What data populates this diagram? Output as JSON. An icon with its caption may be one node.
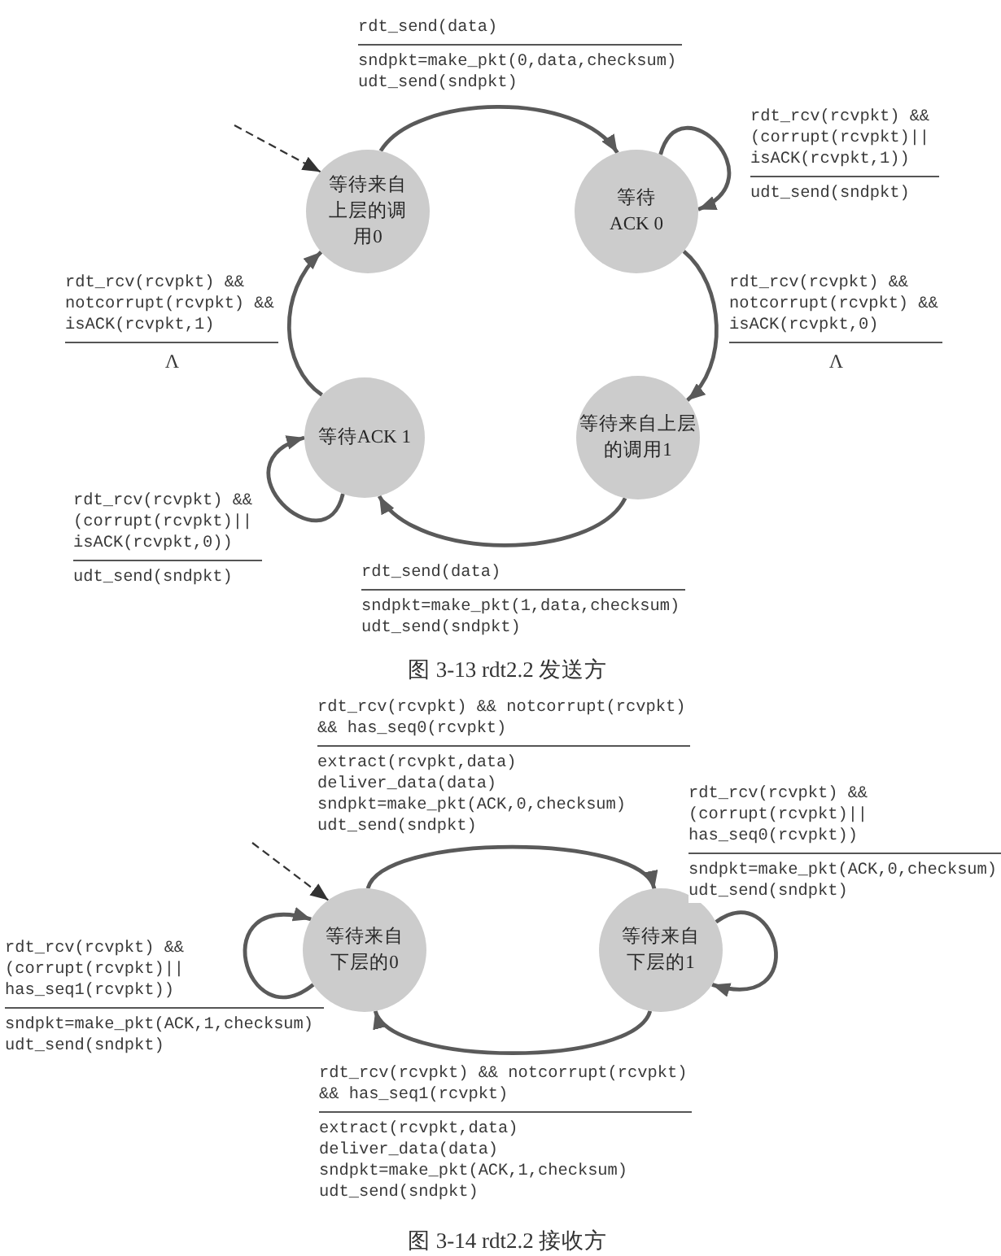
{
  "diagram": {
    "nodes": [
      {
        "text": [
          "等待来自上层的调用0"
        ]
      },
      {
        "text": [
          "等待ACK 0"
        ]
      },
      {
        "text": [
          "等待ACK 1"
        ]
      },
      {
        "text": [
          "等待来自上层的调用1"
        ]
      },
      {
        "text": [
          "等待来自下层的0"
        ]
      },
      {
        "text": [
          "等待来自下层的1"
        ]
      }
    ],
    "edges": [
      {
        "from": null,
        "to": 0,
        "arrow": "to",
        "style": "dashed"
      },
      {
        "from": 0,
        "to": 1,
        "arrow": "to",
        "label": "sndpkt=make_pkt(0,data,checksum) udt_send(sndpkt)"
      },
      {
        "from": 1,
        "to": 1,
        "arrow": "to",
        "label": "rdt_rcv(rcvpkt) && (corrupt(rcvpkt)|| isACK(rcvpkt,1))"
      },
      {
        "from": 1,
        "to": 3,
        "arrow": "to",
        "label": "rdt_rcv(rcvpkt) && notcorrupt(rcvpkt) && isACK(rcvpkt,0)"
      },
      {
        "from": 3,
        "to": 2,
        "arrow": "to",
        "label": "rdt_send(data)"
      },
      {
        "from": 2,
        "to": 2,
        "arrow": "to",
        "label": "rdt_rcv(rcvpkt) && (corrupt(rcvpkt)|| isACK(rcvpkt,0))"
      },
      {
        "from": 2,
        "to": 0,
        "arrow": "to",
        "label": "rdt_rcv(rcvpkt) && notcorrupt(rcvpkt) && isACK(rcvpkt,1)"
      },
      {
        "from": null,
        "to": 4,
        "arrow": "to",
        "style": "dashed"
      },
      {
        "from": 4,
        "to": 5,
        "arrow": "to",
        "label": "extract(rcvpkt,data) deliver_data(data) sndpkt=make_pkt(ACK,0,checksum) udt_send(sndpkt)"
      },
      {
        "from": 5,
        "to": 5,
        "arrow": "to",
        "label": "rdt_rcv(rcvpkt) && (corrupt(rcvpkt)|| has_seq0(rcvpkt))"
      },
      {
        "from": 5,
        "to": 4,
        "arrow": "to",
        "label": "rdt_rcv(rcvpkt) && notcorrupt(rcvpkt) && has_seq1(rcvpkt)"
      },
      {
        "from": 4,
        "to": 4,
        "arrow": "to",
        "label": "rdt_rcv(rcvpkt) && (corrupt(rcvpkt)|| has_seq1(rcvpkt))"
      }
    ],
    "labels": [
      "rdt_send(data)",
      "udt_send(sndpkt)",
      "Λ",
      "Λ",
      "udt_send(sndpkt)",
      "sndpkt=make_pkt(1,data,checksum) udt_send(sndpkt)",
      "图 3-13 rdt2.2 发送方",
      "rdt_rcv(rcvpkt) && notcorrupt(rcvpkt) && has_seq0(rcvpkt)",
      "sndpkt=make_pkt(ACK,0,checksum) udt_send(sndpkt)",
      "sndpkt=make_pkt(ACK,1,checksum) udt_send(sndpkt)",
      "extract(rcvpkt,data) deliver_data(data) sndpkt=make_pkt(ACK,1,checksum) udt_send(sndpkt)",
      "图 3-14 rdt2.2 接收方"
    ]
  }
}
